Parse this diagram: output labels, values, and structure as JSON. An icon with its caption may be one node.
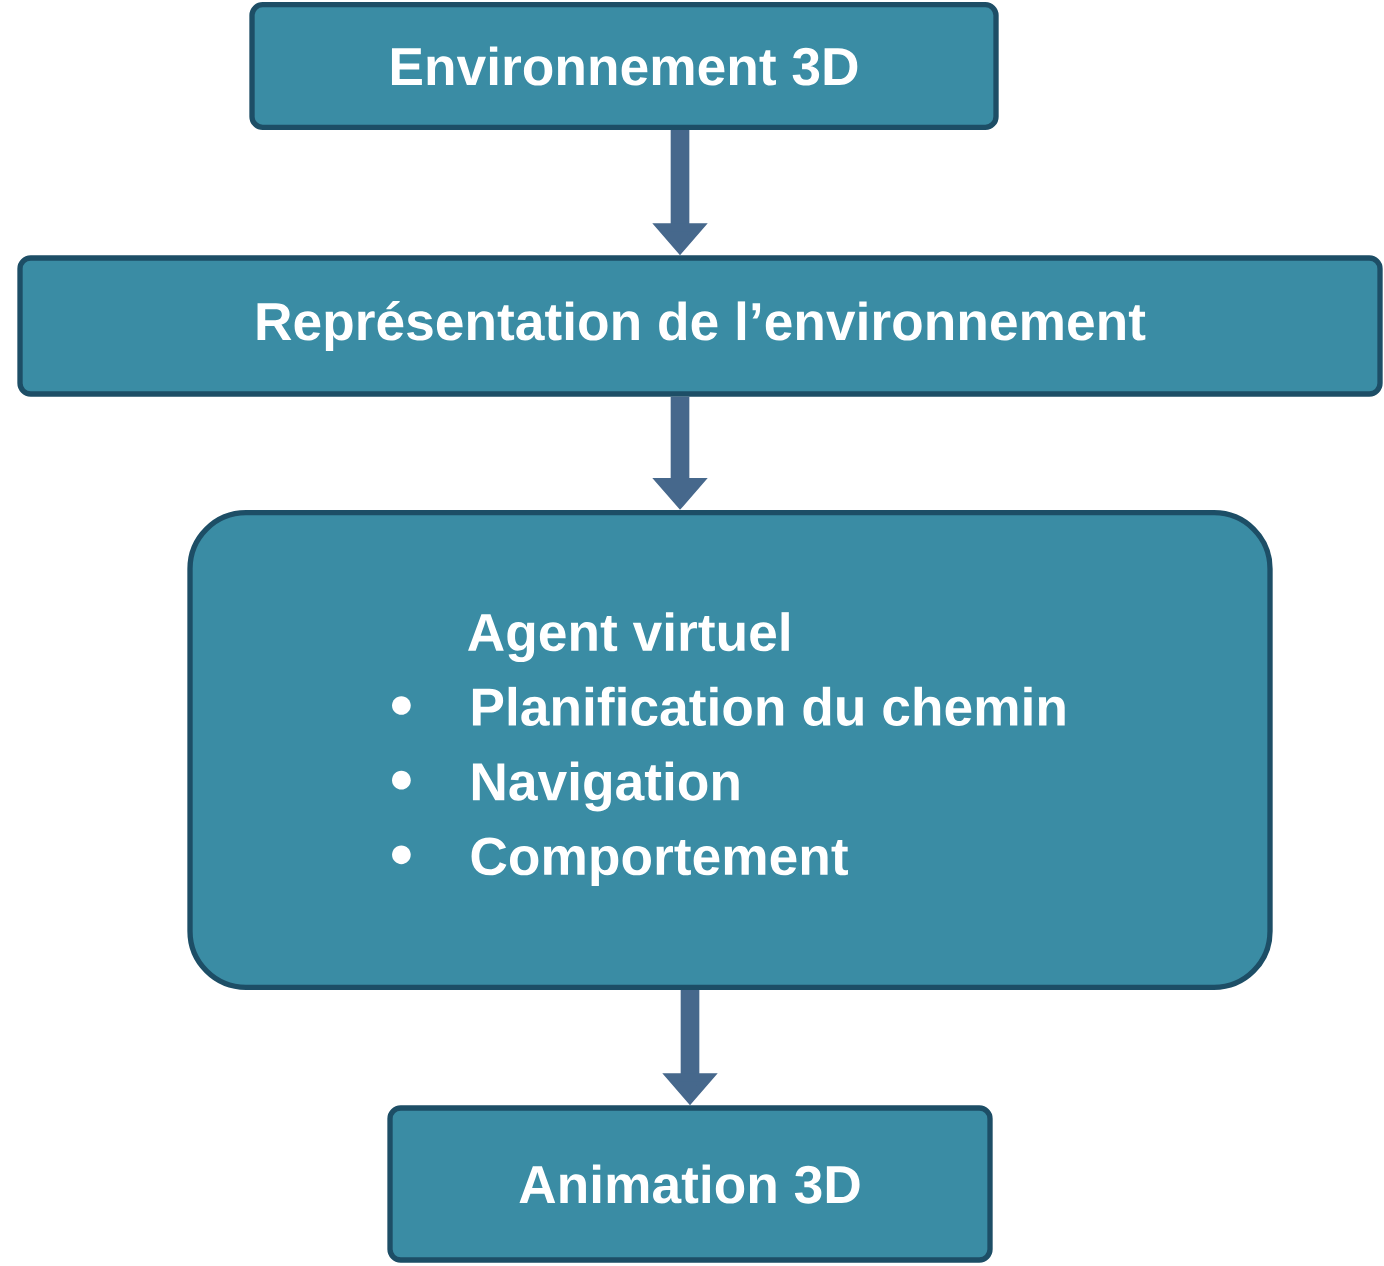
{
  "diagram": {
    "nodes": [
      {
        "text": [
          "Environnement 3D"
        ]
      },
      {
        "text": [
          "Représentation de l’environnement"
        ]
      },
      {
        "text": [
          "Agent virtuel",
          "Planification du chemin",
          "Navigation",
          "Comportement"
        ]
      },
      {
        "text": [
          "Animation 3D"
        ]
      }
    ],
    "edges": [
      {
        "from": 0,
        "to": 1,
        "arrow": "to"
      },
      {
        "from": 1,
        "to": 2,
        "arrow": "to"
      },
      {
        "from": 2,
        "to": 3,
        "arrow": "to"
      }
    ]
  }
}
